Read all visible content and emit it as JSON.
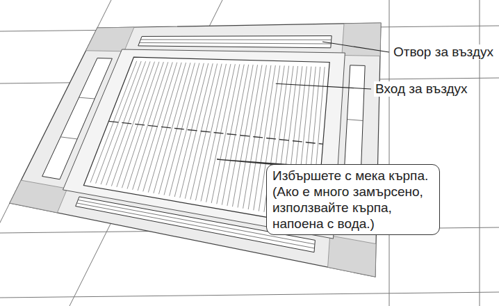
{
  "diagram": {
    "nodes": [
      {
        "text": [
          "Избършете с мека кърпа. (Ако е много замърсено, използвайте кърпа, напоена с вода.)"
        ]
      }
    ],
    "labels": [
      "Отвор за въздух",
      "Вход за въздух"
    ]
  }
}
